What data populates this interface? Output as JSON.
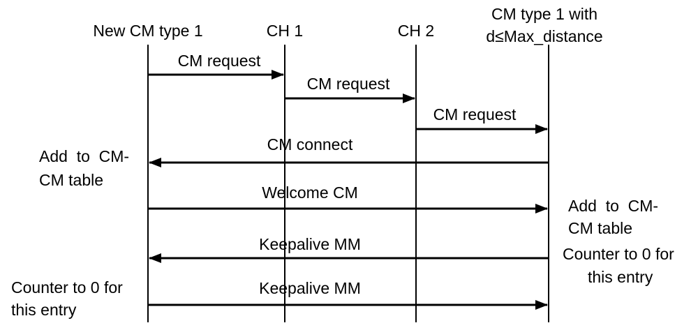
{
  "participants": [
    {
      "id": "p0",
      "label_lines": [
        "New CM type 1"
      ]
    },
    {
      "id": "p1",
      "label_lines": [
        "CH 1"
      ]
    },
    {
      "id": "p2",
      "label_lines": [
        "CH 2"
      ]
    },
    {
      "id": "p3",
      "label_lines": [
        "CM type 1 with",
        "d≤Max_distance"
      ]
    }
  ],
  "messages": [
    {
      "label": "CM request",
      "from": 0,
      "to": 1
    },
    {
      "label": "CM request",
      "from": 1,
      "to": 2
    },
    {
      "label": "CM request",
      "from": 2,
      "to": 3
    },
    {
      "label": "CM connect",
      "from": 3,
      "to": 0
    },
    {
      "label": "Welcome CM",
      "from": 0,
      "to": 3
    },
    {
      "label": "Keepalive MM",
      "from": 3,
      "to": 0
    },
    {
      "label": "Keepalive MM",
      "from": 0,
      "to": 3
    }
  ],
  "notes": [
    {
      "id": "n0",
      "lines": [
        "Add  to  CM-",
        "CM table"
      ]
    },
    {
      "id": "n1",
      "lines": [
        "Add  to  CM-",
        "CM table"
      ]
    },
    {
      "id": "n2",
      "lines": [
        "Counter to 0 for",
        "this entry"
      ]
    },
    {
      "id": "n3",
      "lines": [
        "Counter to 0 for",
        "this entry"
      ]
    }
  ],
  "colors": {
    "line": "#000000",
    "text": "#000000",
    "background": "#ffffff"
  }
}
